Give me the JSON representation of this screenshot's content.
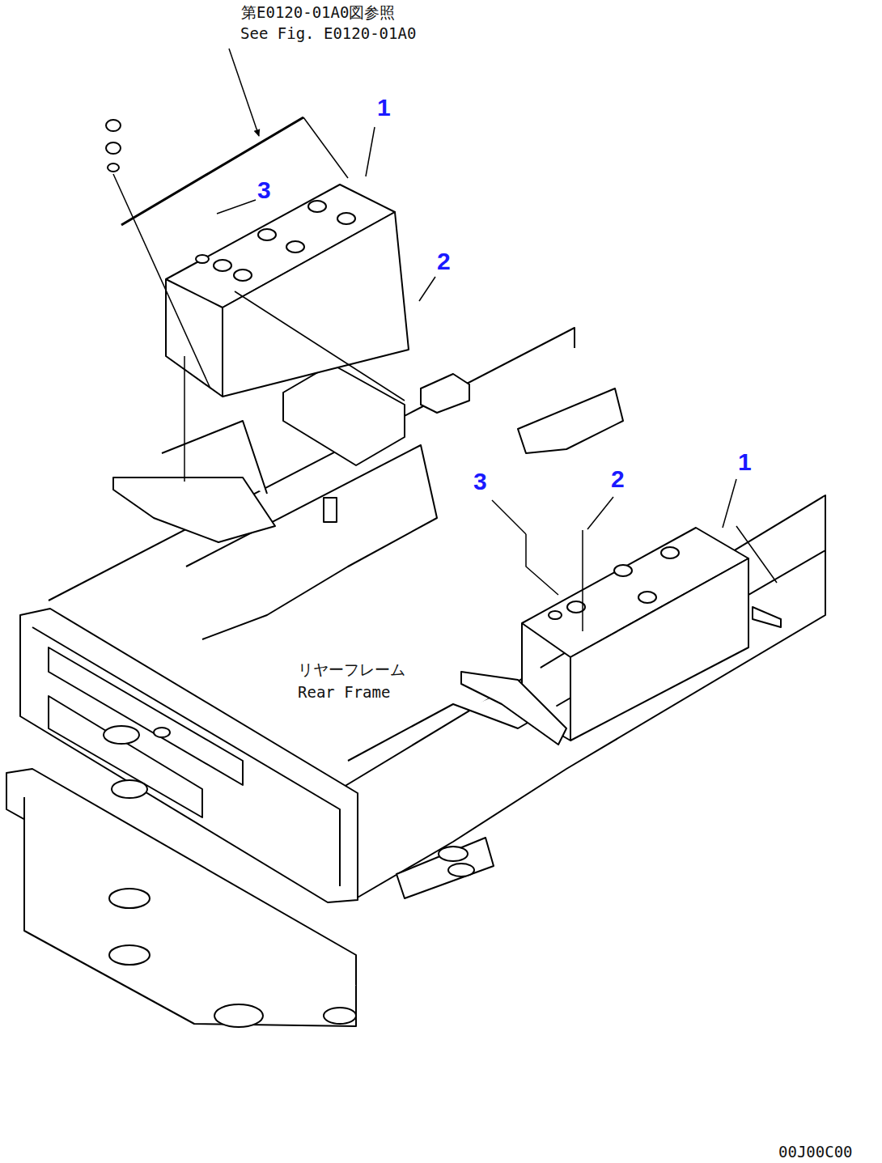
{
  "diagram": {
    "labels": [
      "第E0120-01A0図参照",
      "See Fig. E0120-01A0",
      "1",
      "3",
      "2",
      "3",
      "2",
      "1",
      "リヤーフレーム",
      "Rear Frame",
      "00J00C00"
    ]
  }
}
